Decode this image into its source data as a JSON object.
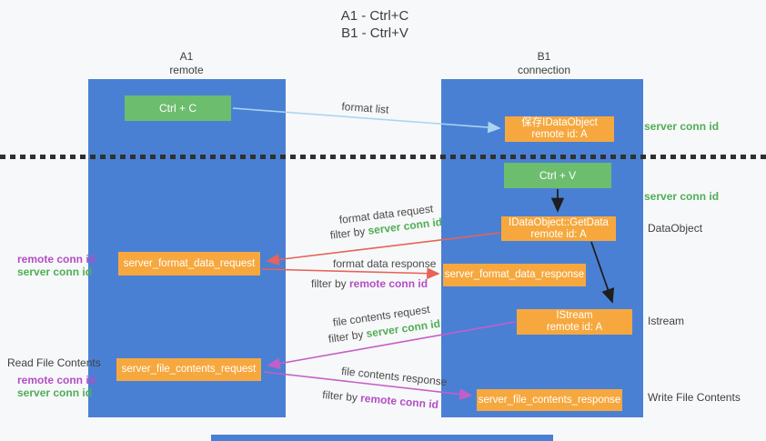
{
  "title": {
    "line1": "A1 - Ctrl+C",
    "line2": "B1 - Ctrl+V"
  },
  "columns": {
    "a1": {
      "title": "A1",
      "subtitle": "remote"
    },
    "b1": {
      "title": "B1",
      "subtitle": "connection"
    }
  },
  "boxes": {
    "ctrl_c": {
      "label": "Ctrl + C"
    },
    "ctrl_v": {
      "label": "Ctrl + V"
    },
    "save_dataobject": {
      "line1": "保存IDataObject",
      "line2": "remote id: A"
    },
    "getdata": {
      "line1": "IDataObject::GetData",
      "line2": "remote id: A"
    },
    "istream": {
      "line1": "IStream",
      "line2": "remote id: A"
    },
    "format_request": {
      "label": "server_format_data_request"
    },
    "format_response": {
      "label": "server_format_data_response"
    },
    "file_request": {
      "label": "server_file_contents_request"
    },
    "file_response": {
      "label": "server_file_contents_response"
    }
  },
  "edge_labels": {
    "format_list": "format list",
    "format_data_request": "format data request",
    "filter_by_server_1": {
      "prefix": "filter by ",
      "highlight": "server conn id"
    },
    "format_data_response": "format data response",
    "filter_by_remote_1": {
      "prefix": "filter by ",
      "highlight": "remote conn id"
    },
    "file_contents_request": "file contents request",
    "filter_by_server_2": {
      "prefix": "filter by ",
      "highlight": "server conn id"
    },
    "file_contents_response": "file contents response",
    "filter_by_remote_2": {
      "prefix": "filter by ",
      "highlight": "remote conn id"
    }
  },
  "side_labels": {
    "right_server_conn_1": "server conn id",
    "right_server_conn_2": "server conn id",
    "right_dataobject": "DataObject",
    "right_istream": "Istream",
    "right_write_file": "Write File Contents",
    "left_remote_conn_1": "remote conn id",
    "left_server_conn_1": "server conn id",
    "left_read_file": "Read File Contents",
    "left_remote_conn_2": "remote conn id",
    "left_server_conn_2": "server conn id"
  },
  "colors": {
    "column_blue": "#4a80d4",
    "green_box": "#6dbd6e",
    "orange_box": "#f6a83e",
    "accent_green": "#4fae55",
    "accent_purple": "#b24ec4",
    "arrow_red": "#e8625a",
    "arrow_blue": "#a9d5f2",
    "arrow_magenta": "#c45ec8",
    "arrow_black": "#1e1e1e"
  }
}
